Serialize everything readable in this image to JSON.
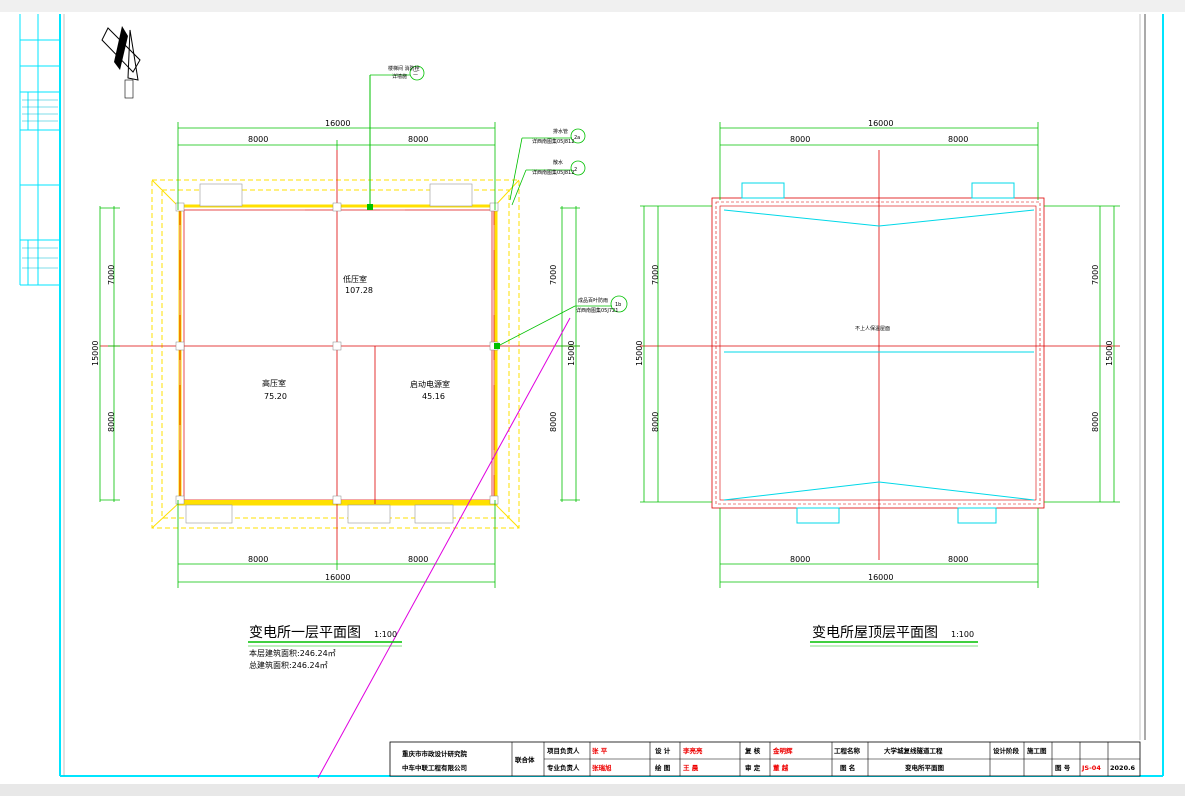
{
  "left_plan": {
    "title": "变电所一层平面图",
    "scale": "1:100",
    "floor_area": "本层建筑面积:246.24㎡",
    "total_area": "总建筑面积:246.24㎡",
    "dim_total": "16000",
    "dim_half_left": "8000",
    "dim_half_right": "8000",
    "dim_depth": "15000",
    "dim_top_bay": "7000",
    "dim_bottom_bay": "8000",
    "rooms": [
      {
        "name": "低压室",
        "area": "107.28"
      },
      {
        "name": "高压室",
        "area": "75.20"
      },
      {
        "name": "启动电源室",
        "area": "45.16"
      }
    ]
  },
  "right_plan": {
    "title": "变电所屋顶层平面图",
    "scale": "1:100",
    "dim_total": "16000",
    "dim_half_left": "8000",
    "dim_half_right": "8000",
    "dim_depth": "15000",
    "dim_top_bay": "7000",
    "dim_bottom_bay": "8000",
    "roof_note": "不上人保温屋面"
  },
  "title_block": {
    "company_1": "重庆市市政设计研究院",
    "company_2": "中车中联工程有限公司",
    "joint": "联合体",
    "project_manager_label": "项目负责人",
    "project_manager": "张 平",
    "discipline_lead_label": "专业负责人",
    "discipline_lead": "张瑞旭",
    "design_label": "设 计",
    "design": "李亮亮",
    "drawing_label": "绘 图",
    "drawing": "王 晨",
    "check_label": "复 核",
    "check": "金明辉",
    "review_label": "审 定",
    "review": "董 越",
    "project_name_label": "工程名称",
    "project_name": "大学城复线隧道工程",
    "drawing_name_label": "图 名",
    "drawing_name": "变电所平面图",
    "stage_label": "设计阶段",
    "stage": "施工图",
    "date": "2020.6",
    "sheet_label": "图 号",
    "sheet_no": "JS-04"
  }
}
